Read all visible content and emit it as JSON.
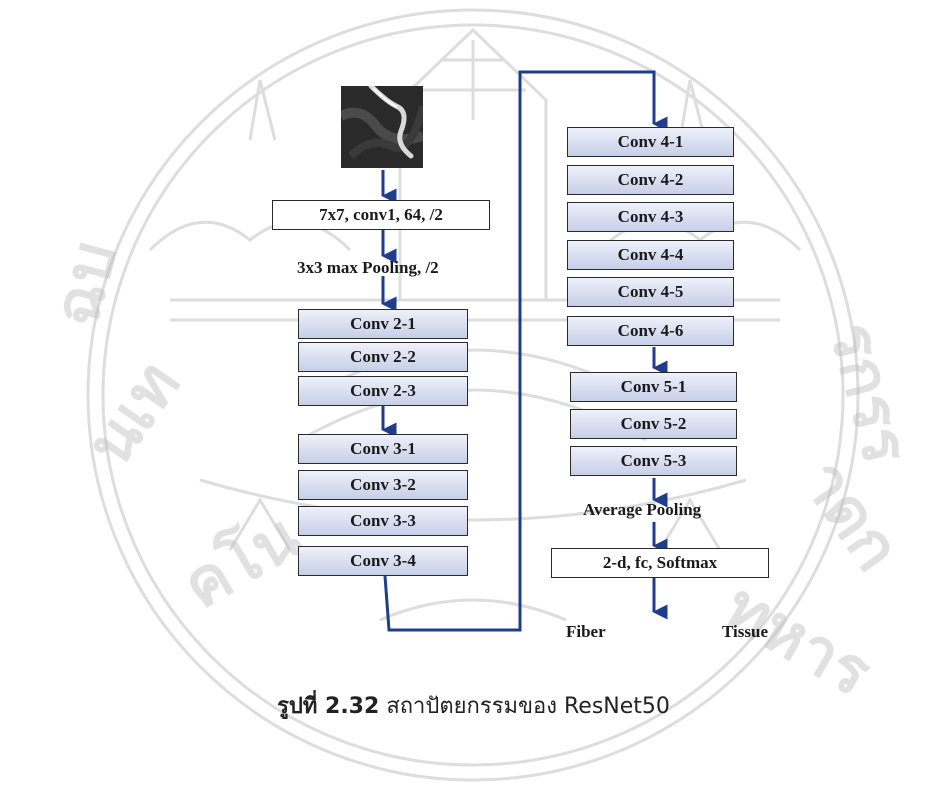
{
  "diagram": {
    "input_image": "fiber-input-image",
    "stem": {
      "conv1": "7x7, conv1, 64, /2",
      "pool": "3x3 max Pooling, /2"
    },
    "stage2": [
      "Conv 2-1",
      "Conv 2-2",
      "Conv 2-3"
    ],
    "stage3": [
      "Conv 3-1",
      "Conv 3-2",
      "Conv 3-3",
      "Conv 3-4"
    ],
    "stage4": [
      "Conv 4-1",
      "Conv 4-2",
      "Conv 4-3",
      "Conv 4-4",
      "Conv 4-5",
      "Conv 4-6"
    ],
    "stage5": [
      "Conv 5-1",
      "Conv 5-2",
      "Conv 5-3"
    ],
    "avg_pool": "Average Pooling",
    "fc": "2-d, fc, Softmax",
    "outputs": [
      "Fiber",
      "Tissue"
    ]
  },
  "caption": {
    "prefix": "รูปที่ 2.32",
    "text": "สถาปัตยกรรมของ ResNet50"
  },
  "colors": {
    "arrow": "#1f3d8c",
    "box_top": "#eef1fa",
    "box_bottom": "#c7cfe8",
    "watermark": "#b5b5b5"
  }
}
